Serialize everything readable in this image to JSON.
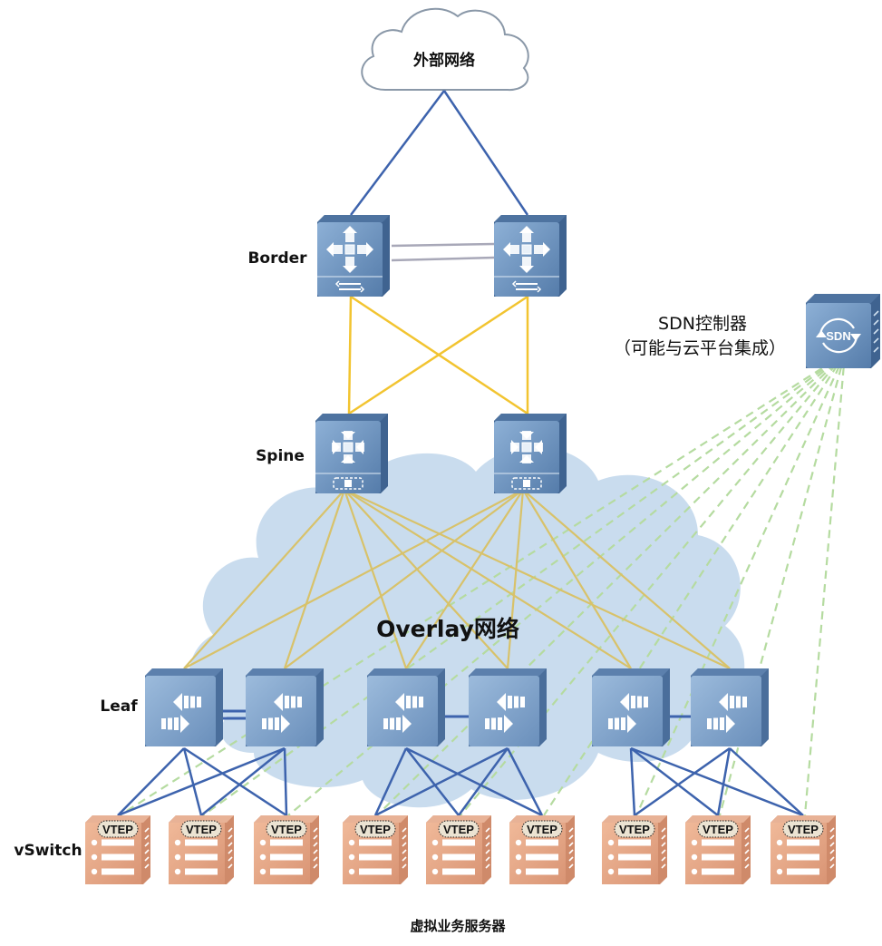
{
  "diagram": {
    "title": "VXLAN SDN Overlay Network Architecture",
    "external_network": {
      "label": "外部网络"
    },
    "layers": {
      "border": {
        "label": "Border"
      },
      "spine": {
        "label": "Spine"
      },
      "leaf": {
        "label": "Leaf"
      },
      "vswitch": {
        "label": "vSwitch"
      }
    },
    "overlay_cloud": {
      "label": "Overlay网络"
    },
    "sdn_controller": {
      "label_line1": "SDN控制器",
      "label_line2": "（可能与云平台集成）",
      "icon_text": "SDN"
    },
    "servers": {
      "caption": "虚拟业务服务器",
      "vtep_label": "VTEP",
      "count": 9
    },
    "nodes": {
      "border": [
        "border-1",
        "border-2"
      ],
      "spine": [
        "spine-1",
        "spine-2"
      ],
      "leaf": [
        "leaf-1",
        "leaf-2",
        "leaf-3",
        "leaf-4",
        "leaf-5",
        "leaf-6"
      ],
      "server": [
        "server-1",
        "server-2",
        "server-3",
        "server-4",
        "server-5",
        "server-6",
        "server-7",
        "server-8",
        "server-9"
      ]
    },
    "links": {
      "external_to_border": [
        [
          "external",
          "border-1"
        ],
        [
          "external",
          "border-2"
        ]
      ],
      "border_peer": [
        [
          "border-1",
          "border-2"
        ]
      ],
      "border_to_spine": [
        [
          "border-1",
          "spine-1"
        ],
        [
          "border-1",
          "spine-2"
        ],
        [
          "border-2",
          "spine-1"
        ],
        [
          "border-2",
          "spine-2"
        ]
      ],
      "spine_to_leaf": "full-mesh",
      "leaf_peer": [
        [
          "leaf-1",
          "leaf-2"
        ],
        [
          "leaf-3",
          "leaf-4"
        ],
        [
          "leaf-5",
          "leaf-6"
        ]
      ],
      "leaf_to_server": [
        {
          "leaves": [
            "leaf-1",
            "leaf-2"
          ],
          "servers": [
            "server-1",
            "server-2",
            "server-3"
          ]
        },
        {
          "leaves": [
            "leaf-3",
            "leaf-4"
          ],
          "servers": [
            "server-4",
            "server-5",
            "server-6"
          ]
        },
        {
          "leaves": [
            "leaf-5",
            "leaf-6"
          ],
          "servers": [
            "server-7",
            "server-8",
            "server-9"
          ]
        }
      ],
      "controller_to_server": "all-servers-dashed"
    },
    "colors": {
      "uplink_blue": "#3d63ad",
      "fabric_yellow": "#f2c430",
      "spine_leaf_gold": "#d8c26a",
      "controller_green": "#b5dba0",
      "peer_gray": "#a8a8b8",
      "device_blue": "#6f94bf",
      "device_blue_dark": "#4d73a0",
      "server_orange": "#e5a585",
      "cloud_fill": "#c6daed"
    }
  }
}
